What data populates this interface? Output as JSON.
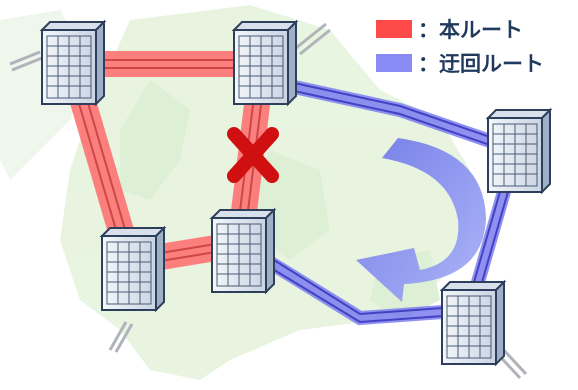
{
  "legend": {
    "items": [
      {
        "key": "main",
        "label": "：本ルート",
        "color": "#ff4a4a"
      },
      {
        "key": "detour",
        "label": "：迂回ルート",
        "color": "#8a8af5"
      }
    ]
  },
  "diagram": {
    "nodes": [
      "building-1",
      "building-2",
      "building-3",
      "building-4",
      "building-5",
      "building-6"
    ],
    "main_route": [
      "building-1",
      "building-2",
      "building-4",
      "building-3",
      "building-1"
    ],
    "detour_route": [
      "building-2",
      "building-5",
      "building-6",
      "building-4"
    ],
    "failure": {
      "between": [
        "building-2",
        "building-4"
      ],
      "marker": "x-mark-icon"
    }
  }
}
